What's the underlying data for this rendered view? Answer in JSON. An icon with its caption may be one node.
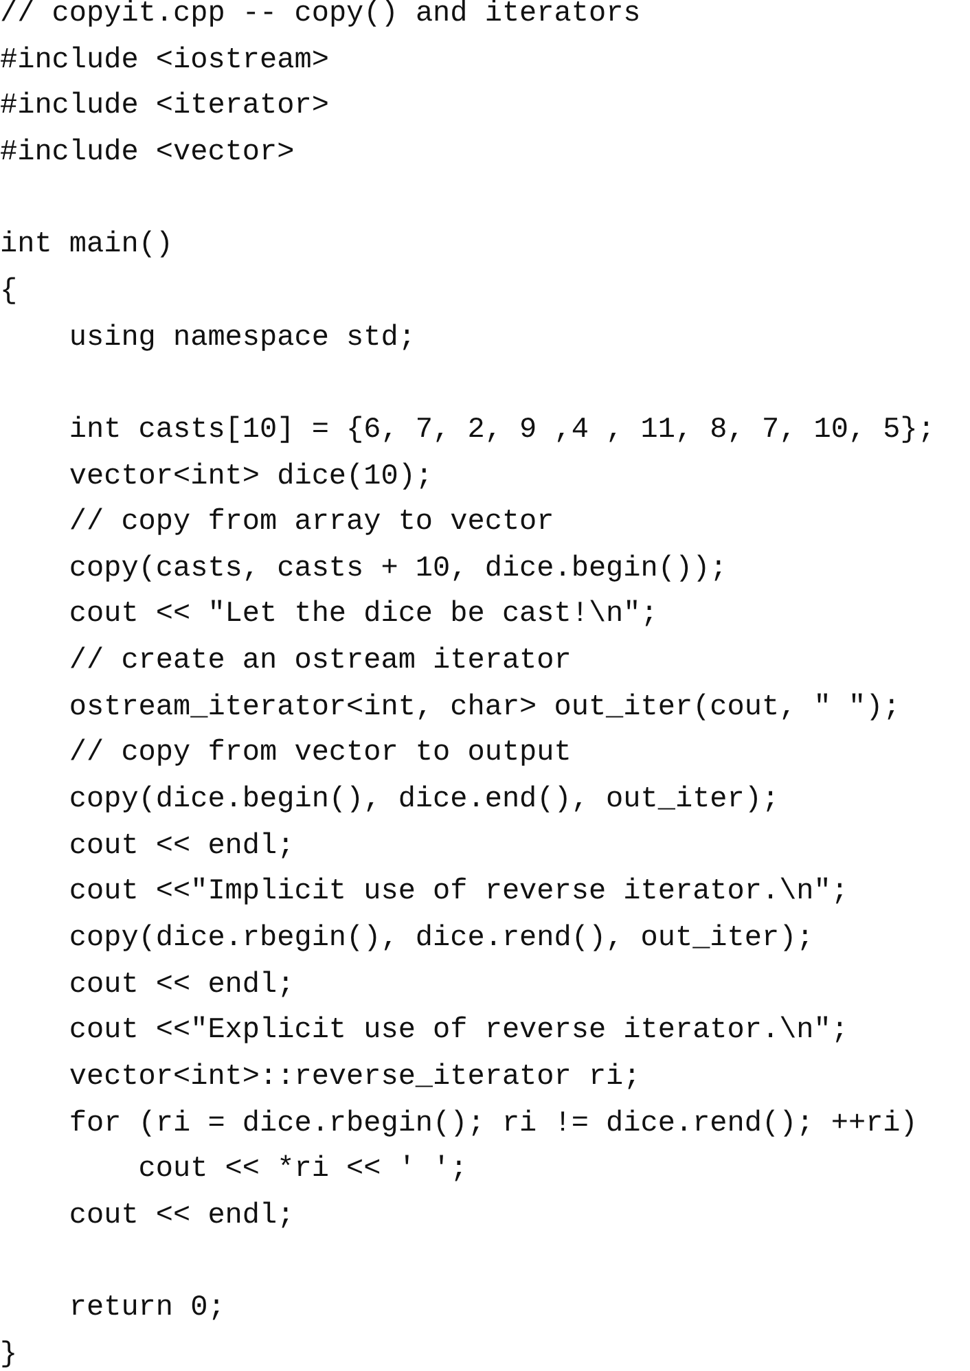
{
  "diagram": {
    "labels": [
      "// copyit.cpp -- copy() and iterators",
      "#include <iostream>",
      "#include <iterator>",
      "#include <vector>",
      "int main()",
      "{",
      "using namespace std;",
      "int casts[10] = {6, 7, 2, 9 ,4 , 11, 8, 7, 10, 5};",
      "vector<int> dice(10);",
      "// copy from array to vector",
      "copy(casts, casts + 10, dice.begin());",
      "cout << \"Let the dice be cast!\\n\";",
      "// create an ostream iterator",
      "ostream_iterator<int, char> out_iter(cout, \" \");",
      "// copy from vector to output",
      "copy(dice.begin(), dice.end(), out_iter);",
      "cout << endl;",
      "cout <<\"Implicit use of reverse iterator.\\n\";",
      "copy(dice.rbegin(), dice.rend(), out_iter);",
      "cout << endl;",
      "cout <<\"Explicit use of reverse iterator.\\n\";",
      "vector<int>::reverse_iterator ri;",
      "for (ri = dice.rbegin(); ri != dice.rend(); ++ri)",
      "cout << *ri << ' ';",
      "cout << endl;",
      "return 0;",
      "}"
    ]
  }
}
